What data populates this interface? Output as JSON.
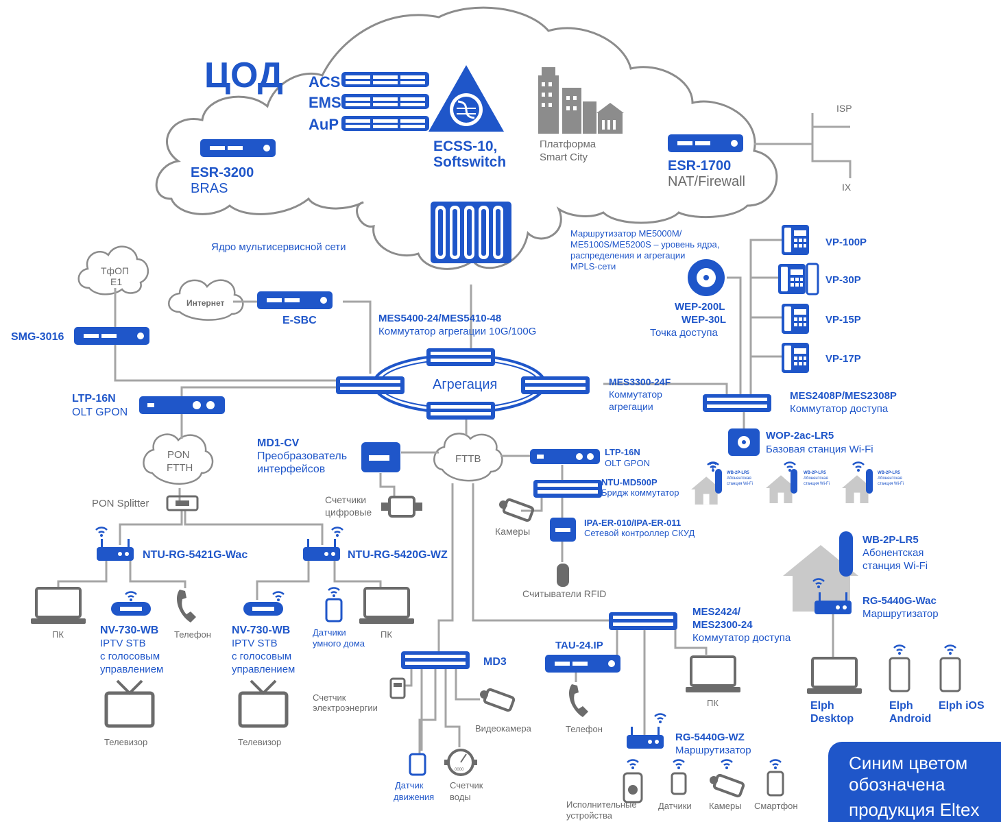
{
  "colors": {
    "brand_blue": "#1f56c9",
    "line_gray": "#a5a5a5",
    "text_gray": "#6b6b6b",
    "house_gray": "#c9c9c9"
  },
  "cod": {
    "title": "ЦОД",
    "acs": "ACS",
    "ems": "EMS",
    "aup": "AuP",
    "ecss_line1": "ECSS-10,",
    "ecss_line2": "Softswitch",
    "platform_line1": "Платформа",
    "platform_line2": "Smart City",
    "esr3200_name": "ESR-3200",
    "esr3200_role": "BRAS",
    "esr1700_name": "ESR-1700",
    "esr1700_role": "NAT/Firewall",
    "isp": "ISP",
    "ix": "IX"
  },
  "core": {
    "label": "Ядро мультисервисной сети",
    "router_line1": "Маршрутизатор ME5000M/",
    "router_line2": "ME5100S/ME5200S – уровень ядра,",
    "router_line3": "распределения и агрегации",
    "router_line4": "MPLS-сети"
  },
  "left": {
    "tfop_line1": "ТфОП",
    "tfop_line2": "E1",
    "internet": "Интернет",
    "esbc": "E-SBC",
    "smg": "SMG-3016",
    "ltp_name": "LTP-16N",
    "ltp_role": "OLT GPON",
    "pon_line1": "PON",
    "pon_line2": "FTTH",
    "splitter": "PON Splitter"
  },
  "aggregation": {
    "switch_name": "MES5400-24/MES5410-48",
    "switch_role": "Коммутатор агрегации 10G/100G",
    "label": "Агрегация",
    "mes3300_name": "MES3300-24F",
    "mes3300_role1": "Коммутатор",
    "mes3300_role2": "агрегации"
  },
  "right_top": {
    "vp100": "VP-100P",
    "vp30": "VP-30P",
    "vp15": "VP-15P",
    "vp17": "VP-17P",
    "wep_line1": "WEP-200L",
    "wep_line2": "WEP-30L",
    "wep_role": "Точка доступа",
    "mes2408_name": "MES2408P/MES2308P",
    "mes2408_role": "Коммутатор доступа",
    "wop_name": "WOP-2ac-LR5",
    "wop_role": "Базовая станция Wi-Fi",
    "small_station_name": "WB-2P-LR5",
    "small_station_role1": "Абонентская",
    "small_station_role2": "станция Wi-Fi"
  },
  "middle": {
    "md1_name": "MD1-CV",
    "md1_role1": "Преобразователь",
    "md1_role2": "интерфейсов",
    "meters_line1": "Счетчики",
    "meters_line2": "цифровые",
    "fttb": "FTTB",
    "ltp2_name": "LTP-16N",
    "ltp2_role": "OLT GPON",
    "ntu_md_name": "NTU-MD500P",
    "ntu_md_role": "Бридж коммутатор",
    "cameras": "Камеры",
    "ipa_name": "IPA-ER-010/IPA-ER-011",
    "ipa_role": "Сетевой контроллер СКУД",
    "rfid": "Считыватели RFID"
  },
  "ftth": {
    "ntu1": "NTU-RG-5421G-Wac",
    "ntu2": "NTU-RG-5420G-WZ",
    "pc": "ПК",
    "phone": "Телефон",
    "stb_name": "NV-730-WB",
    "stb_line1": "IPTV STB",
    "stb_line2": "с голосовым",
    "stb_line3": "управлением",
    "tv": "Телевизор",
    "sensors_line1": "Датчики",
    "sensors_line2": "умного дома"
  },
  "bottom_mid": {
    "md3": "MD3",
    "energy_line1": "Счетчик",
    "energy_line2": "электроэнергии",
    "videocam": "Видеокамера",
    "motion_line1": "Датчик",
    "motion_line2": "движения",
    "water_line1": "Счетчик",
    "water_line2": "воды",
    "water_display": "0000"
  },
  "bottom_right": {
    "mes2424_line1": "MES2424/",
    "mes2424_line2": "MES2300-24",
    "mes2424_role": "Коммутатор доступа",
    "tau_name": "TAU-24.IP",
    "phone": "Телефон",
    "pc": "ПК",
    "rg_wz_name": "RG-5440G-WZ",
    "rg_wz_role": "Маршрутизатор",
    "actuators_line1": "Исполнительные",
    "actuators_line2": "устройства",
    "sensors": "Датчики",
    "cameras": "Камеры",
    "smartphone": "Смартфон",
    "wb_name": "WB-2P-LR5",
    "wb_role1": "Абонентская",
    "wb_role2": "станция Wi-Fi",
    "rg_wac_name": "RG-5440G-Wac",
    "rg_wac_role": "Маршрутизатор",
    "elph_desktop1": "Elph",
    "elph_desktop2": "Desktop",
    "elph_android1": "Elph",
    "elph_android2": "Android",
    "elph_ios": "Elph iOS"
  },
  "legend": {
    "line1": "Синим цветом",
    "line2": "обозначена",
    "line3": "продукция Eltex"
  }
}
